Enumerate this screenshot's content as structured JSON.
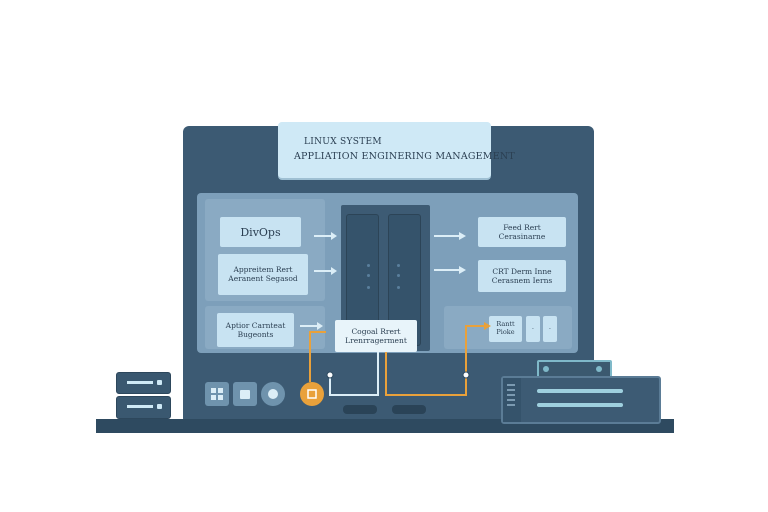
{
  "title": {
    "line1": "LINUX SYSTEM",
    "line2": "APPLIATION ENGINERING MANAGEMENT"
  },
  "left_boxes": [
    {
      "label": "DivOps"
    },
    {
      "label": "Appreitem Rert Aeranent Segasod"
    },
    {
      "label": "Aptior Carnteat Bugeonts"
    }
  ],
  "right_boxes": [
    {
      "label": "Feed Rert Cerasinarne"
    },
    {
      "label": "CRT Derm Inne Cerasnem Ierns"
    },
    {
      "label": "Rantt Pioke"
    }
  ],
  "center_box": {
    "label": "Cogoal Rrert Lrenrragerment"
  },
  "colors": {
    "monitor": "#3c5a73",
    "panel": "#7d9fba",
    "card": "#c8e3f2",
    "connector_orange": "#e9a13b",
    "accent_teal": "#7fb9c9"
  },
  "icons": [
    "grid-icon",
    "box-icon",
    "disc-icon",
    "chip-icon"
  ]
}
